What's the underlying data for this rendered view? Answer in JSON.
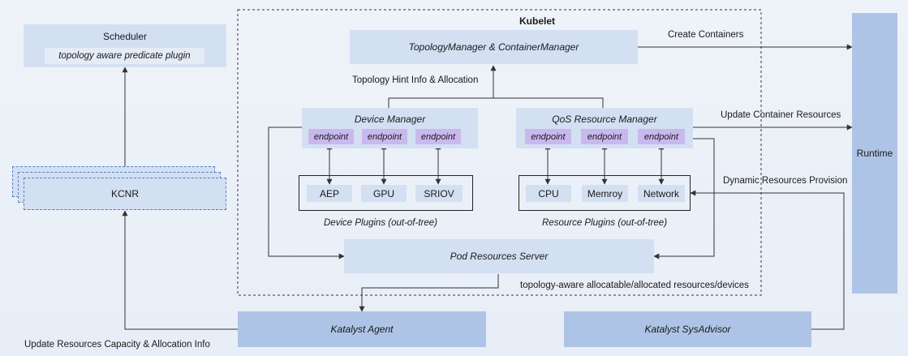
{
  "kubelet": {
    "title": "Kubelet",
    "topology_manager": "TopologyManager & ContainerManager",
    "hint_label": "Topology Hint Info & Allocation",
    "device_manager": "Device Manager",
    "qos_manager": "QoS Resource Manager",
    "endpoint": "endpoint",
    "device_plugins": [
      "AEP",
      "GPU",
      "SRIOV"
    ],
    "resource_plugins": [
      "CPU",
      "Memroy",
      "Network"
    ],
    "device_plugins_label": "Device Plugins (out-of-tree)",
    "resource_plugins_label": "Resource Plugins (out-of-tree)",
    "pod_resources_server": "Pod Resources Server",
    "topology_label": "topology-aware allocatable/allocated resources/devices"
  },
  "scheduler": {
    "title": "Scheduler",
    "plugin": "topology aware predicate plugin"
  },
  "kcnr": "KCNR",
  "runtime": "Runtime",
  "katalyst_agent": "Katalyst Agent",
  "katalyst_sysadvisor": "Katalyst SysAdvisor",
  "labels": {
    "create_containers": "Create Containers",
    "update_container_resources": "Update Container Resources",
    "dynamic_resources_provision": "Dynamic Resources Provision",
    "update_capacity": "Update Resources Capacity & Allocation Info"
  },
  "colors": {
    "light_box": "#d3e0f2",
    "mid_box": "#aec4e6",
    "endpoint": "#c9b8ee",
    "line": "#333333"
  }
}
